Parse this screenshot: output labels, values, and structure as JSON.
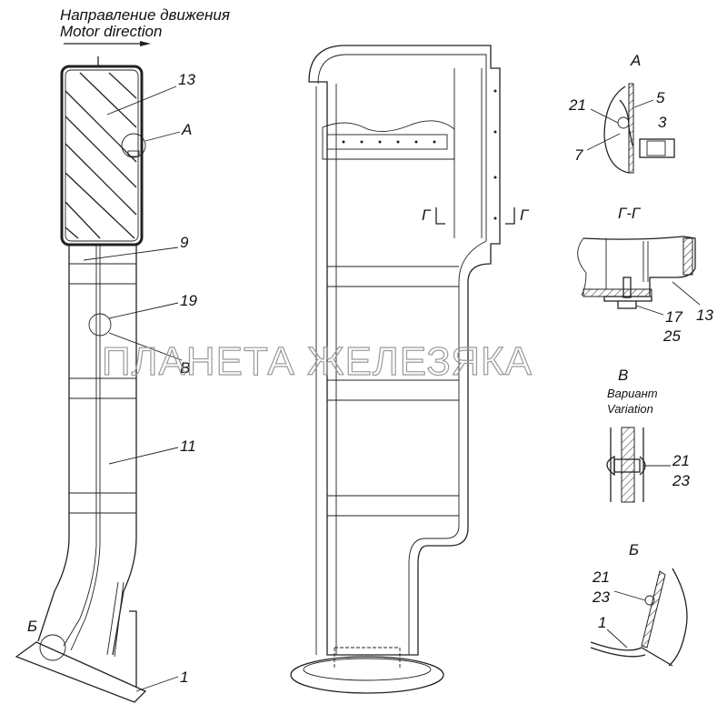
{
  "header": {
    "direction_ru": "Направление движения",
    "direction_en": "Motor direction"
  },
  "watermark": "ПЛАНЕТА ЖЕЛЕЗЯКА",
  "labels": {
    "p13": "13",
    "pA": "А",
    "p9": "9",
    "p19": "19",
    "pV": "В",
    "p11": "11",
    "pB": "Б",
    "p1": "1",
    "sectionG_left": "Г",
    "sectionG_right": "Г"
  },
  "detailA": {
    "title": "А",
    "p21": "21",
    "p5": "5",
    "p3": "3",
    "p7": "7"
  },
  "detailGG": {
    "title": "Г-Г",
    "p17": "17",
    "p13": "13",
    "p25": "25"
  },
  "detailV": {
    "title": "В",
    "variant_ru": "Вариант",
    "variant_en": "Variation",
    "p21": "21",
    "p23": "23"
  },
  "detailB": {
    "title": "Б",
    "p21": "21",
    "p23": "23",
    "p1": "1"
  }
}
